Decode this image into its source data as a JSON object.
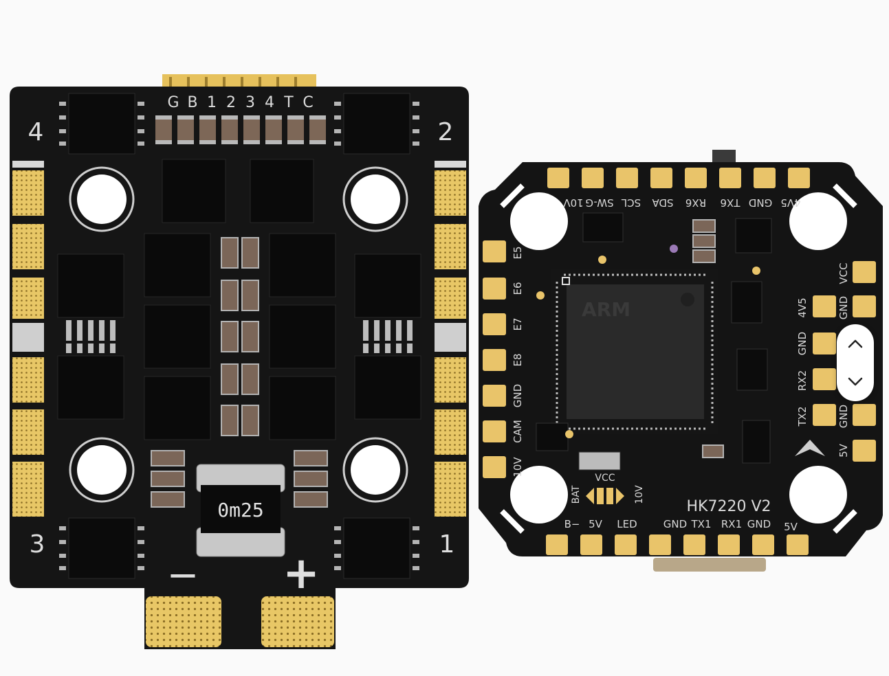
{
  "esc": {
    "header_labels": [
      "G",
      "B",
      "1",
      "2",
      "3",
      "4",
      "T",
      "C"
    ],
    "motor_labels": {
      "m4": "4",
      "m2": "2",
      "m3": "3",
      "m1": "1"
    },
    "inductor_label": "0m25",
    "minus_label": "−",
    "plus_label": "+"
  },
  "fc": {
    "top_labels": [
      "10V",
      "SW-G",
      "SCL",
      "SDA",
      "RX6",
      "TX6",
      "GND",
      "4V5"
    ],
    "left_labels": [
      "E5",
      "E6",
      "E7",
      "E8",
      "GND",
      "CAM",
      "10V"
    ],
    "right_labels_a": [
      "VCC",
      "4V5",
      "GND",
      "RX2",
      "TX2",
      "5V"
    ],
    "right_labels_b": [
      "GND",
      "GND",
      "GND"
    ],
    "bottom_labels": [
      "B−",
      "5V",
      "LED",
      "GND",
      "TX1",
      "RX1",
      "GND",
      "5V"
    ],
    "side_labels": {
      "bat": "BAT",
      "vcc": "VCC",
      "v10": "10V"
    },
    "model_label": "HK7220 V2",
    "chip_label": "ARM"
  },
  "icons": {
    "up": "chevron-up-icon",
    "down": "chevron-down-icon"
  },
  "colors": {
    "pcb": "#141414",
    "pad": "#e9c46a",
    "silk": "#dcdcdc",
    "component": "#0c0c0c",
    "cap": "#7c6656"
  }
}
